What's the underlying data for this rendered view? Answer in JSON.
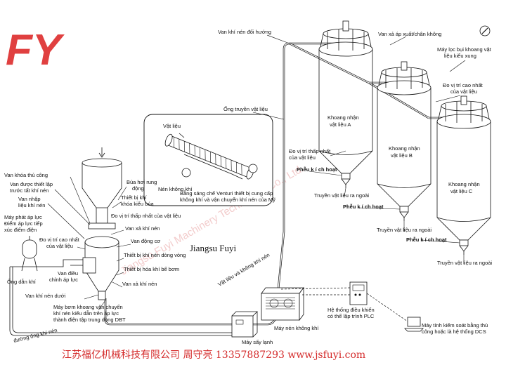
{
  "logo": "FY",
  "watermark": "Jiangsu Fuyi Machinery Technology Co., Ltd.",
  "company_label": "Jiangsu Fuyi",
  "footer": "江苏福亿机械科技有限公司 周守亮 13357887293 www.jsfuyi.com",
  "silos": [
    {
      "name_line1": "Khoang nhận",
      "name_line2": "vật liệu A"
    },
    {
      "name_line1": "Khoang nhận",
      "name_line2": "vật liệu B"
    },
    {
      "name_line1": "Khoang nhận",
      "name_line2": "vật liệu C"
    }
  ],
  "labels": {
    "van_khi_non_doi_huong": "Van khí nén đổi hướng",
    "van_xa_ap_xuat": "Van xả áp xuất/chân không",
    "may_loc_bui_1": "Máy lọc bụi khoang vật",
    "may_loc_bui_2": "liệu kiểu xung",
    "do_vi_tri_cao_1": "Đo vị trí cao nhất",
    "do_vi_tri_cao_2": "của vật liệu",
    "ong_truyen": "Ống truyền vật liệu",
    "vat_lieu": "Vật liệu",
    "nen_khong_khi": "Nén không khí",
    "venturi_1": "Bằng sáng chế Venturi thiết bị cung cấp",
    "venturi_2": "không khí và vận chuyển khí nén của Mỹ",
    "do_vi_tri_thap_a_1": "Đo vị trí thấp nhất",
    "do_vi_tri_thap_a_2": "của vật liệu",
    "phieu_kich_hoat": "Phễu k í ch hoạt",
    "truyen_ra_ngoai": "Truyền vật liệu ra ngoài",
    "van_khoa_thu_cong": "Van khóa thủ công",
    "van_duoc_thiet_lap_1": "Van được thiết lập",
    "van_duoc_thiet_lap_2": "trước tất khí nén",
    "bua_hoi_1": "Búa hơi rung",
    "bua_hoi_2": "động",
    "thiet_bi_khoa_1": "Thiết bị khí",
    "thiet_bi_khoa_2": "khóa kiểu búa",
    "van_nhap_1": "Van nhập",
    "van_nhap_2": "liệu khí nén",
    "do_vi_tri_thap_1": "Đo vị trí thấp nhất của vật liệu",
    "may_phat_1": "Máy phát áp lực",
    "may_phat_2": "Điểm áp lực tiếp",
    "may_phat_3": "xúc điểm điện",
    "do_vi_tri_cao_bom_1": "Đo vị trí cao nhất",
    "do_vi_tri_cao_bom_2": "của vật liệu",
    "van_xa_khi_non": "Van xả khí nén",
    "van_dong_co": "Van động cơ",
    "thiet_bi_khi_nen_dong_vong": "Thiết bị khí nén dòng vòng",
    "thiet_bi_hoa_khi": "Thiết bị hóa khí bể bơm",
    "van_dieu_1": "Van điều",
    "van_dieu_2": "chỉnh áp lực",
    "ong_dan_khi": "Ống dẫn khí",
    "van_xa_khi_nen_2": "Van xả khí nén",
    "van_khi_nen_duoi": "Van khí nén dưới",
    "may_bom_1": "Máy bơm khoang vận chuyển",
    "may_bom_2": "khí nén kiểu dẫn trên áp lực",
    "may_bom_3": "thành điện tập trung dòng DBT",
    "vat_lieu_va_khong_khi": "Vật liệu và không khí nén",
    "duong_ong_khi_nen": "đường ống khí nén",
    "may_nen_khong_khi": "Máy nén không khí",
    "may_say_lanh": "Máy sấy lạnh",
    "he_thong_1": "Hệ thống điều khiển",
    "he_thong_2": "có thể lập trình PLC",
    "may_tinh_1": "Máy tính kiểm soát bằng thủ",
    "may_tinh_2": "công hoặc là hệ thống DCS"
  }
}
